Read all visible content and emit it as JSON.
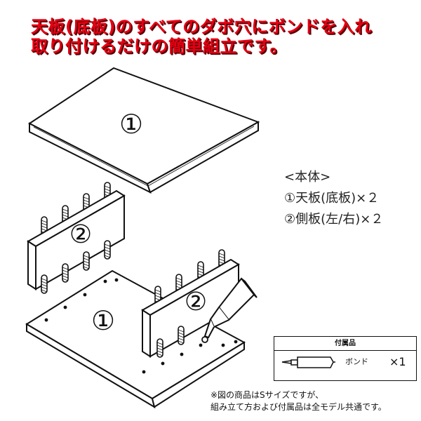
{
  "headline": {
    "line1": "天板(底板)のすべてのダボ穴にボンドを入れ",
    "line2": "取り付けるだけの簡単組立です。",
    "color": "#e50012"
  },
  "diagram": {
    "top_panel_label": "①",
    "bottom_panel_label": "①",
    "side_panel_left_label": "②",
    "side_panel_right_label": "②",
    "glue_icon": "glue-tube-icon"
  },
  "parts_list": {
    "title": "<本体>",
    "items": [
      "①天板(底板)×２",
      "②側板(左/右)×２"
    ]
  },
  "accessories": {
    "title": "付属品",
    "item_name": "ボンド",
    "quantity": "×1",
    "icon": "glue-tube-icon"
  },
  "footnote": {
    "line1": "※図の商品はSサイズですが、",
    "line2": "組み立て方および付属品は全モデル共通です。"
  }
}
